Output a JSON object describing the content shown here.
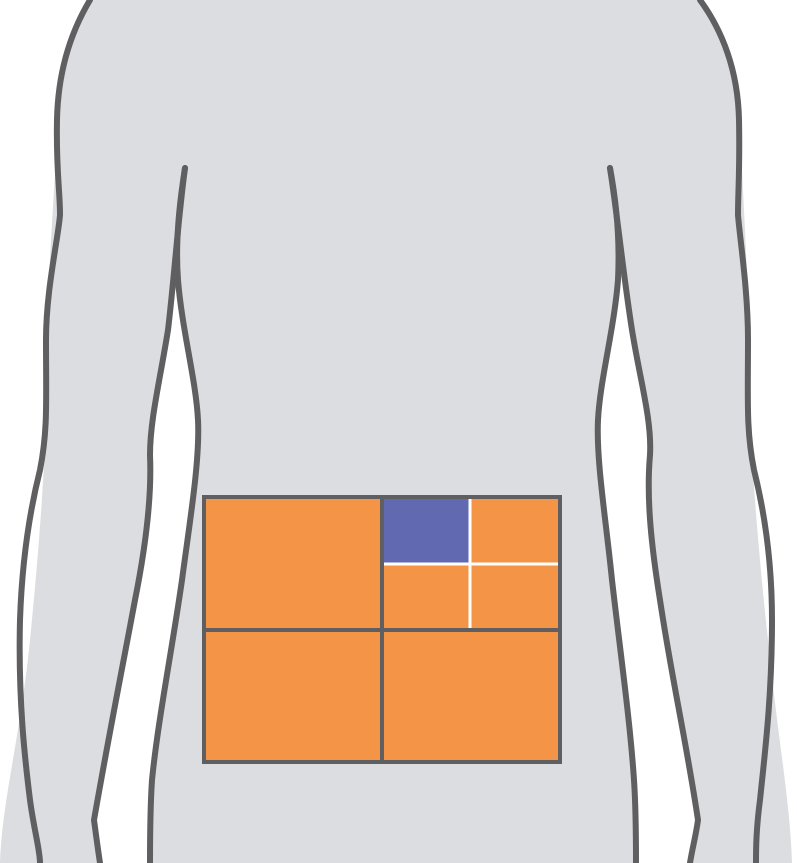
{
  "diagram": {
    "subject": "torso-back-view",
    "colors": {
      "body_fill": "#dcdde0",
      "outline": "#5f5f61",
      "region_fill": "#f49446",
      "highlight_fill": "#6169b1",
      "divider": "#ffffff",
      "background": "#ffffff"
    },
    "regions": [
      {
        "id": "upper-left",
        "highlighted": false
      },
      {
        "id": "upper-right",
        "highlighted": false,
        "subdivided": true,
        "subregions": [
          {
            "id": "upper-right-top-left",
            "highlighted": true
          },
          {
            "id": "upper-right-top-right",
            "highlighted": false
          },
          {
            "id": "upper-right-bottom-left",
            "highlighted": false
          },
          {
            "id": "upper-right-bottom-right",
            "highlighted": false
          }
        ]
      },
      {
        "id": "lower-left",
        "highlighted": false
      },
      {
        "id": "lower-right",
        "highlighted": false
      }
    ]
  }
}
